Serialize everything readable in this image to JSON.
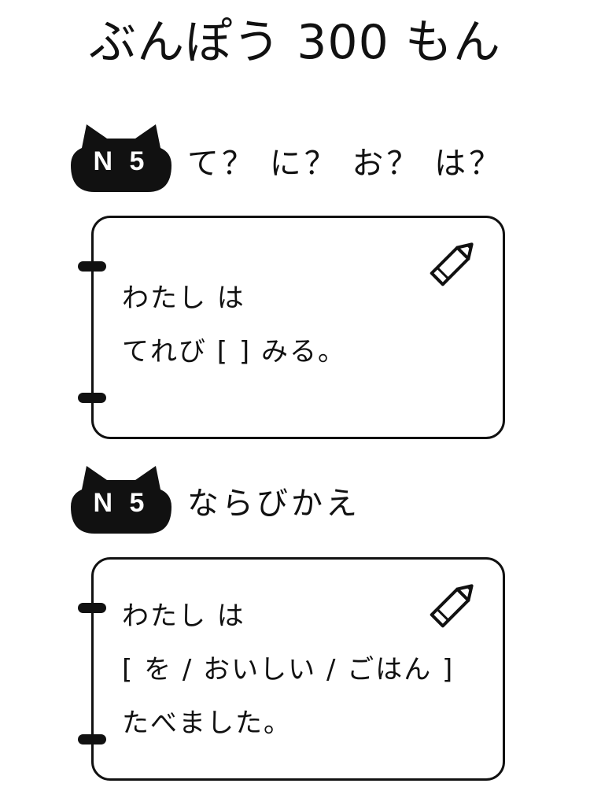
{
  "title": "ぶんぽう 300 もん",
  "sections": [
    {
      "badge": "N 5",
      "heading": "て？ に？ お？ は？",
      "lines": [
        "わたし は",
        "てれび [ ] みる。"
      ]
    },
    {
      "badge": "N 5",
      "heading": "ならびかえ",
      "lines": [
        "わたし は",
        "[ を / おいしい / ごはん ]",
        "たべました。"
      ]
    }
  ],
  "icons": {
    "badge": "cat-head-icon",
    "edit": "pencil-icon",
    "binder": "binder-ring-icon"
  },
  "colors": {
    "ink": "#111111",
    "background": "#ffffff",
    "badge_text": "#ffffff"
  }
}
